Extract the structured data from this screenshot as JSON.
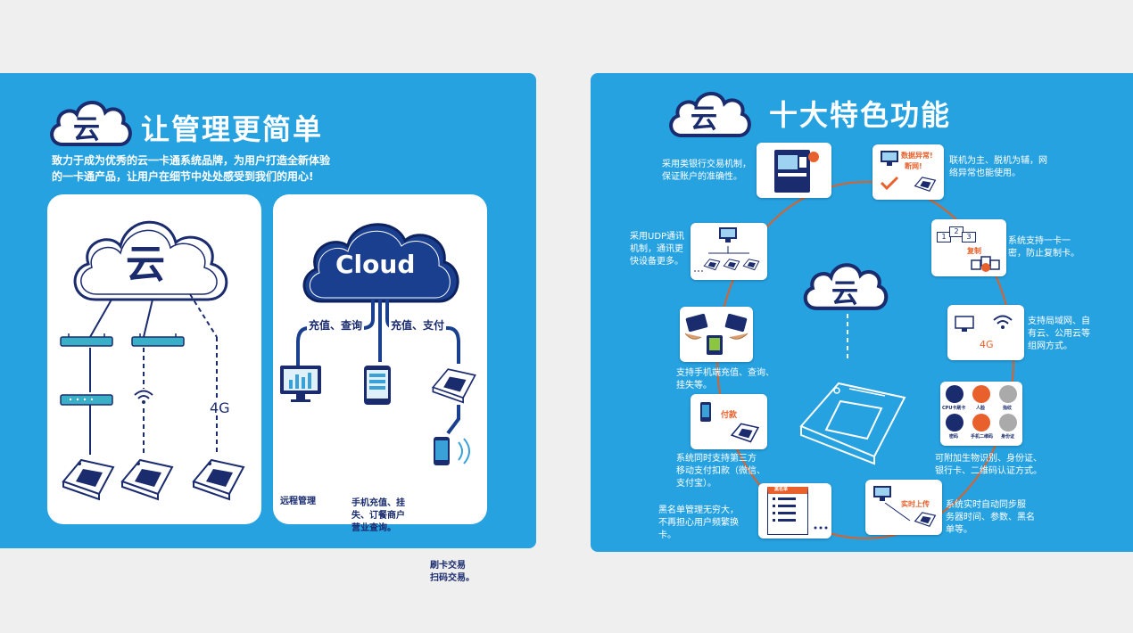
{
  "left": {
    "logo_char": "云",
    "title": "让管理更简单",
    "subtitle_line1": "致力于成为优秀的云一卡通系统品牌，为用户打造全新体验",
    "subtitle_line2": "的一卡通产品，让用户在细节中处处感受到我们的用心!",
    "network_card": {
      "cloud_char": "云",
      "label_4g": "4G"
    },
    "cloud_card": {
      "cloud_label": "Cloud",
      "branch_left": "充值、查询",
      "branch_right": "充值、支付",
      "item_remote": "远程管理",
      "item_mobile_line1": "手机充值、挂",
      "item_mobile_line2": "失、订餐商户",
      "item_mobile_line3": "营业查询。",
      "item_swipe_line1": "刷卡交易",
      "item_swipe_line2": "扫码交易。"
    }
  },
  "right": {
    "logo_char": "云",
    "title": "十大特色功能",
    "center_cloud_char": "云",
    "features": {
      "bank": {
        "line1": "采用类银行交易机制，",
        "line2": "保证账户的准确性。"
      },
      "online": {
        "line1": "联机为主、脱机为辅，网",
        "line2": "络异常也能使用。",
        "tag_line1": "数据异常!",
        "tag_line2": "断网!"
      },
      "udp": {
        "line1": "采用UDP通讯",
        "line2": "机制，通讯更",
        "line3": "快设备更多。"
      },
      "onecard": {
        "line1": "系统支持一卡一",
        "line2": "密，防止复制卡。",
        "tag": "复制",
        "n1": "1",
        "n2": "2",
        "n3": "3"
      },
      "phone": {
        "line1": "支持手机端充值、查询、",
        "line2": "挂失等。"
      },
      "network": {
        "line1": "支持局域网、自",
        "line2": "有云、公用云等",
        "line3": "组网方式。",
        "label_4g": "4G"
      },
      "thirdpay": {
        "line1": "系统同时支持第三方",
        "line2": "移动支付扣款（微信、",
        "line3": "支付宝）。",
        "tag": "付款"
      },
      "bio": {
        "line1": "可附加生物识别、身份证、",
        "line2": "银行卡、二维码认证方式。",
        "icons": [
          "CPU卡刷卡",
          "人脸",
          "指纹",
          "密码",
          "手机二维码",
          "身份证"
        ]
      },
      "blacklist": {
        "line1": "黑名单管理无穷大，",
        "line2": "不再担心用户频繁换",
        "line3": "卡。",
        "tag": "黑名单"
      },
      "sync": {
        "line1": "系统实时自动同步服",
        "line2": "务器时间、参数、黑名",
        "line3": "单等。",
        "tag": "实时上传"
      }
    }
  },
  "colors": {
    "panel_blue": "#27a2e1",
    "navy": "#1a2b6e",
    "orange": "#e8612c",
    "circle_line": "#d9622b"
  }
}
